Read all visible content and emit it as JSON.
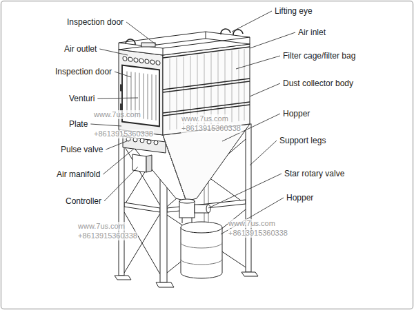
{
  "diagram": {
    "labels": [
      "Inspection door",
      "Air outlet",
      "Inspection door",
      "Venturi",
      "Plate",
      "Pulse valve",
      "Air manifold",
      "Controller",
      "Lifting eye",
      "Air inlet",
      "Filter cage/filter bag",
      "Dust collector body",
      "Hopper",
      "Support legs",
      "Star rotary valve",
      "Hopper",
      "www.7us.com",
      "+8613915360338",
      "www.7us.com",
      "+8613915360338",
      "www.7us.com",
      "+8613915360338",
      "www.7us.com",
      "+8613915360338"
    ]
  }
}
